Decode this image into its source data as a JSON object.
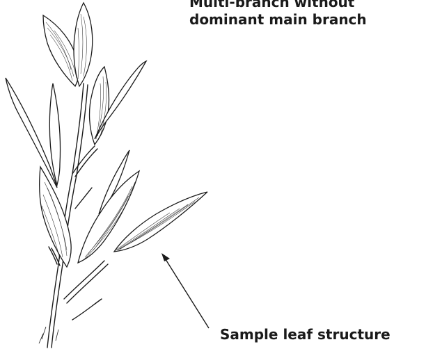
{
  "labels": {
    "title_line1": "Multi-branch without",
    "title_line2": "dominant main branch",
    "annotation": "Sample leaf structure"
  },
  "colors": {
    "background": "#ffffff",
    "ink": "#1a1a1a"
  }
}
